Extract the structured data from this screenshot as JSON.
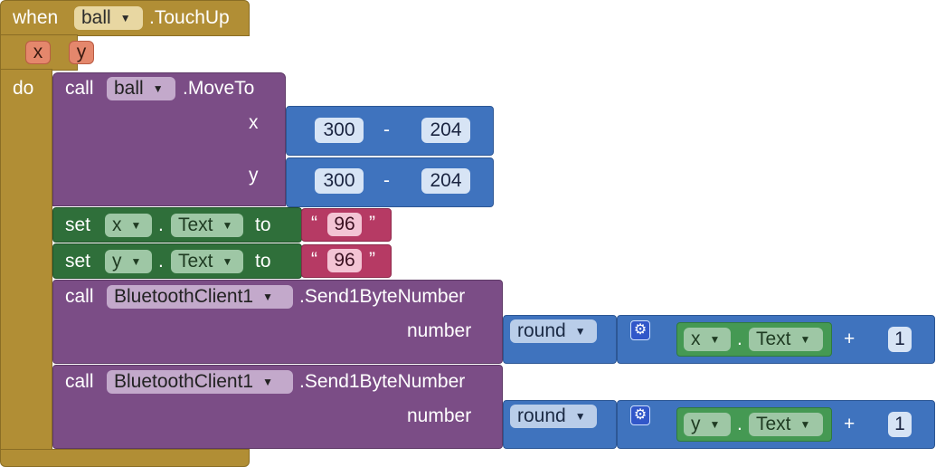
{
  "event": {
    "when": "when",
    "component": "ball",
    "event": ".TouchUp",
    "do": "do",
    "params": [
      "x",
      "y"
    ]
  },
  "moveto": {
    "call": "call",
    "component": "ball",
    "method": ".MoveTo",
    "x_label": "x",
    "y_label": "y"
  },
  "math_x": {
    "left": "300",
    "op": "-",
    "right": "204"
  },
  "math_y": {
    "left": "300",
    "op": "-",
    "right": "204"
  },
  "set1": {
    "set": "set",
    "component": "x",
    "prop": "Text",
    "dot": ".",
    "to": "to",
    "q_open": "“",
    "q_close": "”",
    "value": "96"
  },
  "set2": {
    "set": "set",
    "component": "y",
    "prop": "Text",
    "dot": ".",
    "to": "to",
    "q_open": "“",
    "q_close": "”",
    "value": "96"
  },
  "send1": {
    "call": "call",
    "component": "BluetoothClient1",
    "method": ".Send1ByteNumber",
    "arg": "number",
    "round": "round",
    "gear": "⚙",
    "get_component": "x",
    "get_prop": "Text",
    "dot": ".",
    "op": "+",
    "addend": "1"
  },
  "send2": {
    "call": "call",
    "component": "BluetoothClient1",
    "method": ".Send1ByteNumber",
    "arg": "number",
    "round": "round",
    "gear": "⚙",
    "get_component": "y",
    "get_prop": "Text",
    "dot": ".",
    "op": "+",
    "addend": "1"
  },
  "dropdown_arrow": "▼",
  "colors": {
    "event": "#b18e35",
    "procedure": "#7b4d86",
    "math": "#3f73be",
    "set": "#2f6f3a",
    "text": "#b63a64",
    "getter": "#459953"
  }
}
